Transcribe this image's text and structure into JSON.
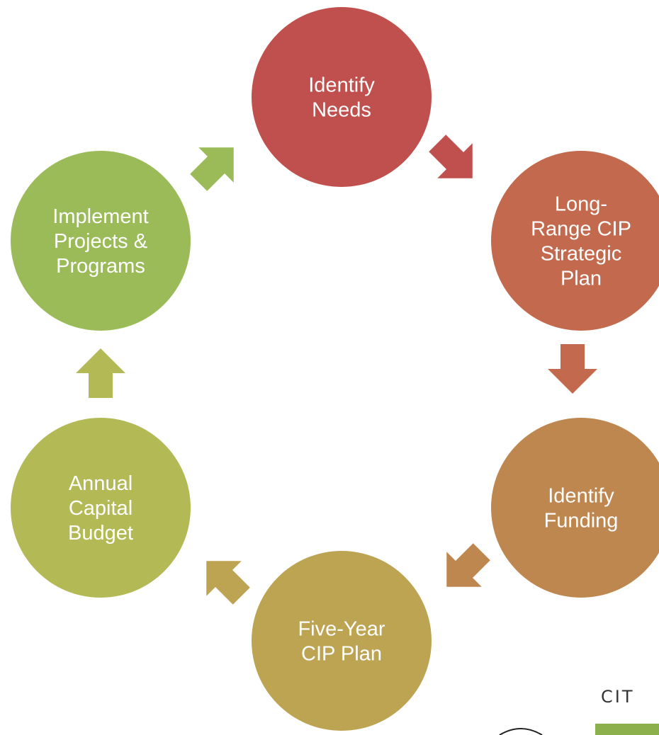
{
  "diagram": {
    "type": "cycle",
    "steps": [
      {
        "id": "identify-needs",
        "lines": [
          "Identify",
          "Needs"
        ],
        "color": "#c0504d"
      },
      {
        "id": "long-range-cip-strategic-plan",
        "lines": [
          "Long-",
          "Range CIP",
          "Strategic",
          "Plan"
        ],
        "color": "#c36a4e"
      },
      {
        "id": "identify-funding",
        "lines": [
          "Identify",
          "Funding"
        ],
        "color": "#bf8750"
      },
      {
        "id": "five-year-cip-plan",
        "lines": [
          "Five-Year",
          "CIP Plan"
        ],
        "color": "#bda453"
      },
      {
        "id": "annual-capital-budget",
        "lines": [
          "Annual",
          "Capital",
          "Budget"
        ],
        "color": "#b3b955"
      },
      {
        "id": "implement-projects-programs",
        "lines": [
          "Implement",
          "Projects &",
          "Programs"
        ],
        "color": "#9bbb59"
      }
    ],
    "arrow_colors": [
      "#c0504d",
      "#c36a4e",
      "#bf8750",
      "#bda453",
      "#b3b955",
      "#9bbb59"
    ]
  },
  "logo": {
    "text": "CIT",
    "bar_color": "#8cb04b"
  }
}
